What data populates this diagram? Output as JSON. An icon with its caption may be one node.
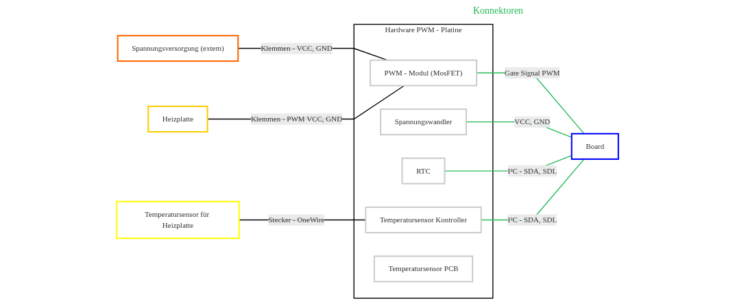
{
  "diagram": {
    "nodes": [
      {
        "text": [
          "Spannungsversorgung (extem)"
        ]
      },
      {
        "text": [
          "Hardware PWM - Platine"
        ]
      },
      {
        "text": [
          "PWM - Modul (MosFET)"
        ],
        "in": 1
      },
      {
        "text": [
          "Spannungswandler"
        ],
        "in": 1
      },
      {
        "text": [
          "RTC"
        ],
        "in": 1
      },
      {
        "text": [
          "Temperatursensor Kontroller"
        ],
        "in": 1
      },
      {
        "text": [
          "Temperatursensor PCB"
        ],
        "in": 1
      },
      {
        "text": [
          "Board"
        ]
      },
      {
        "text": [
          "Heizplatte"
        ]
      },
      {
        "text": [
          "Temperatursensor für Heizplatte"
        ]
      }
    ],
    "edges": [
      {
        "from": 0,
        "to": 2,
        "arrow": "none",
        "label": "Klemmen - VCC, GND",
        "color": "#000000"
      },
      {
        "from": 8,
        "to": 2,
        "arrow": "none",
        "label": "Klemmen - PWM VCC, GND",
        "color": "#000000"
      },
      {
        "from": 9,
        "to": 5,
        "arrow": "none",
        "label": "Stecker - OneWire",
        "color": "#000000"
      },
      {
        "from": 2,
        "to": 7,
        "arrow": "none",
        "label": "Gate Signal PWM"
      },
      {
        "from": 3,
        "to": 7,
        "arrow": "none",
        "label": "VCC, GND"
      },
      {
        "from": 4,
        "to": 7,
        "arrow": "none",
        "label": "I²C - SDA, SDL"
      },
      {
        "from": 5,
        "to": 7,
        "arrow": "none",
        "label": "I²C - SDA, SDL"
      }
    ],
    "labels": [
      "Konnektoren"
    ]
  }
}
